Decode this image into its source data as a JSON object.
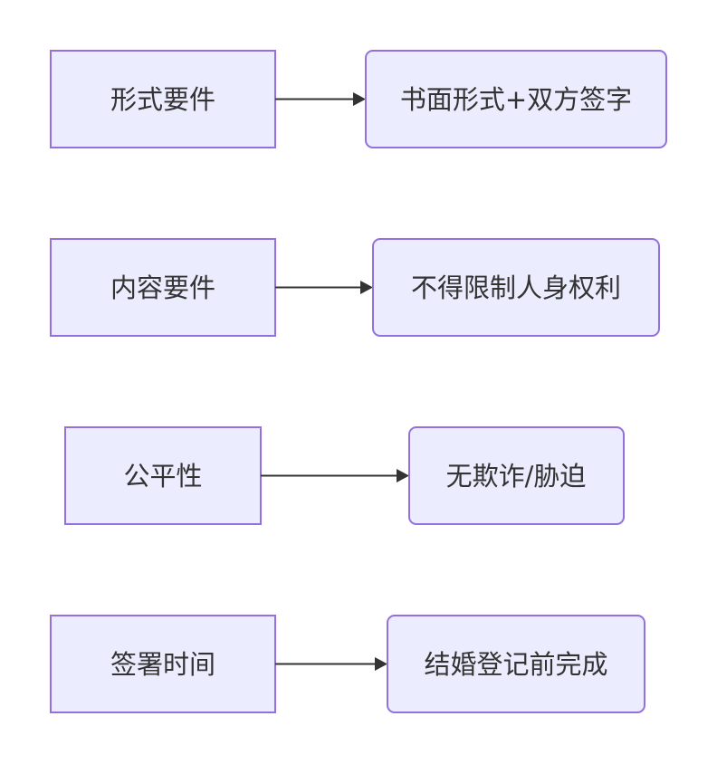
{
  "diagram": {
    "type": "flowchart",
    "direction": "LR",
    "rows": [
      {
        "condition": "形式要件",
        "requirement": "书面形式+双方签字"
      },
      {
        "condition": "内容要件",
        "requirement": "不得限制人身权利"
      },
      {
        "condition": "公平性",
        "requirement": "无欺诈/胁迫"
      },
      {
        "condition": "签署时间",
        "requirement": "结婚登记前完成"
      }
    ]
  },
  "colors": {
    "node_fill": "#ececff",
    "node_stroke": "#9370db",
    "edge": "#333333",
    "text": "#333333"
  }
}
